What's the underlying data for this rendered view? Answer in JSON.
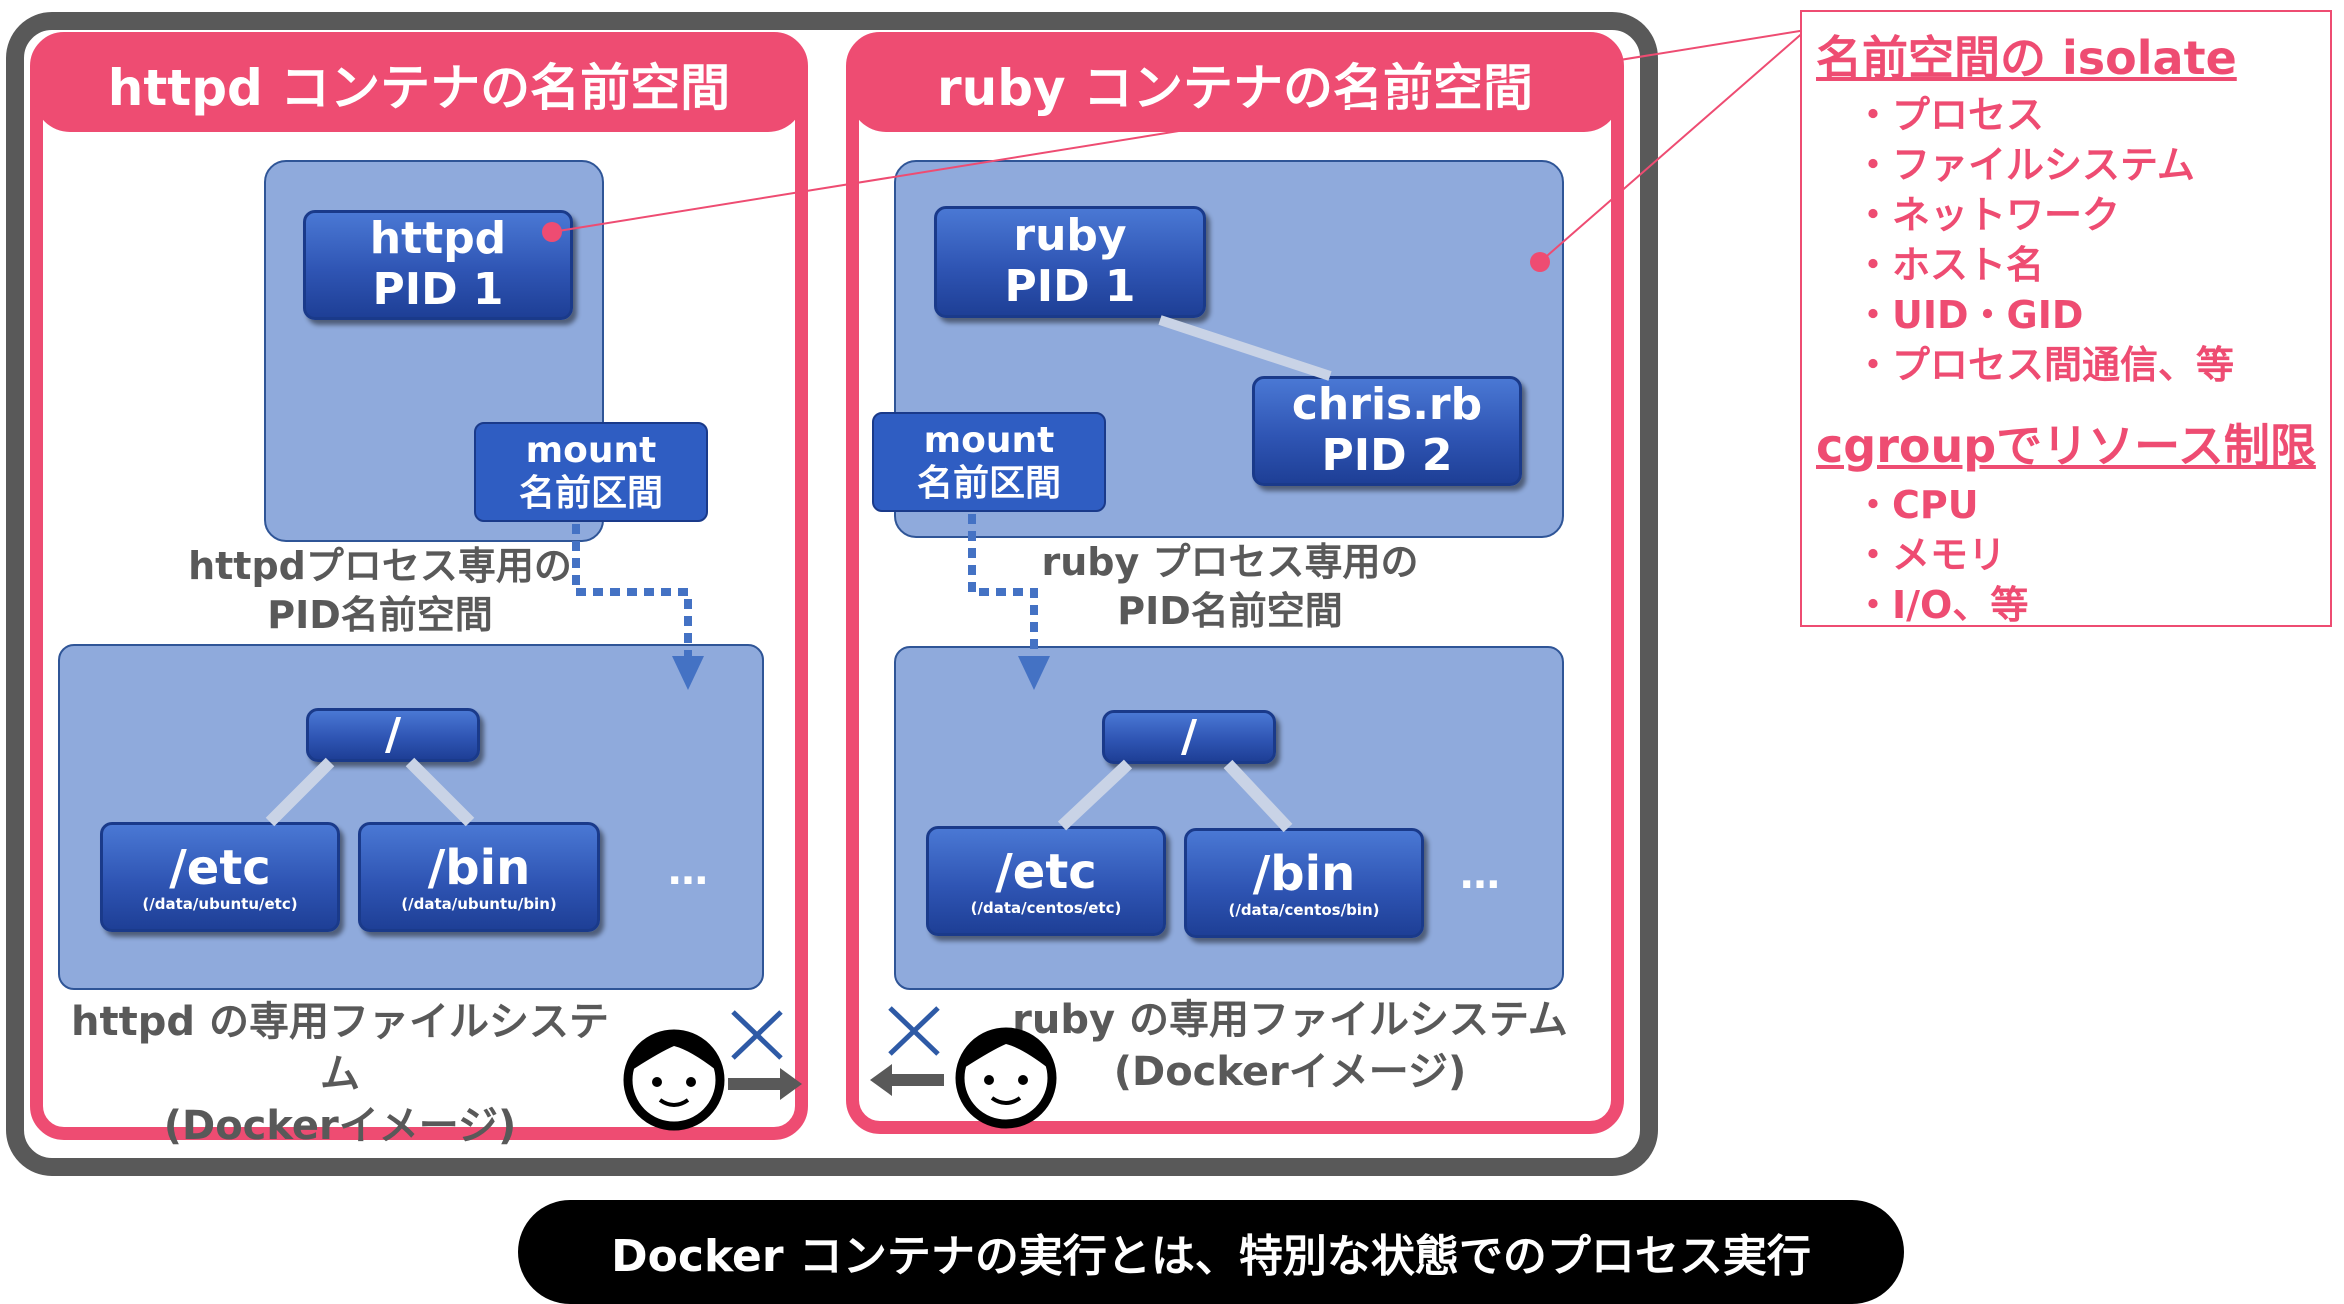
{
  "httpd_namespace": {
    "title": "httpd コンテナの名前空間",
    "process": {
      "name": "httpd",
      "pid": "PID 1"
    },
    "mount": {
      "line1": "mount",
      "line2": "名前区間"
    },
    "pid_label": {
      "line1": "httpdプロセス専用の",
      "line2": "PID名前空間"
    },
    "fs": {
      "root": "/",
      "dirs": [
        {
          "name": "/etc",
          "path": "(/data/ubuntu/etc)"
        },
        {
          "name": "/bin",
          "path": "(/data/ubuntu/bin)"
        }
      ],
      "more": "…"
    },
    "fs_label": {
      "line1": "httpd の専用ファイルシステム",
      "line2": "(Dockerイメージ)"
    }
  },
  "ruby_namespace": {
    "title": "ruby コンテナの名前空間",
    "process": {
      "name": "ruby",
      "pid": "PID 1"
    },
    "child_process": {
      "name": "chris.rb",
      "pid": "PID 2"
    },
    "mount": {
      "line1": "mount",
      "line2": "名前区間"
    },
    "pid_label": {
      "line1": "ruby プロセス専用の",
      "line2": "PID名前空間"
    },
    "fs": {
      "root": "/",
      "dirs": [
        {
          "name": "/etc",
          "path": "(/data/centos/etc)"
        },
        {
          "name": "/bin",
          "path": "(/data/centos/bin)"
        }
      ],
      "more": "…"
    },
    "fs_label": {
      "line1": "ruby の専用ファイルシステム",
      "line2": "(Dockerイメージ)"
    }
  },
  "legend": {
    "isolate_title": "名前空間の isolate",
    "isolate_items": [
      "・プロセス",
      "・ファイルシステム",
      "・ネットワーク",
      "・ホスト名",
      "・UID・GID",
      "・プロセス間通信、等"
    ],
    "cgroup_title": "cgroupでリソース制限",
    "cgroup_items": [
      "・CPU",
      "・メモリ",
      "・I/O、等"
    ]
  },
  "caption": "Docker コンテナの実行とは、特別な状態でのプロセス実行",
  "colors": {
    "accent": "#ee4c72",
    "host_border": "#595959",
    "panel": "#8faadc",
    "process": "#2f55b4",
    "text_grey": "#595959"
  }
}
